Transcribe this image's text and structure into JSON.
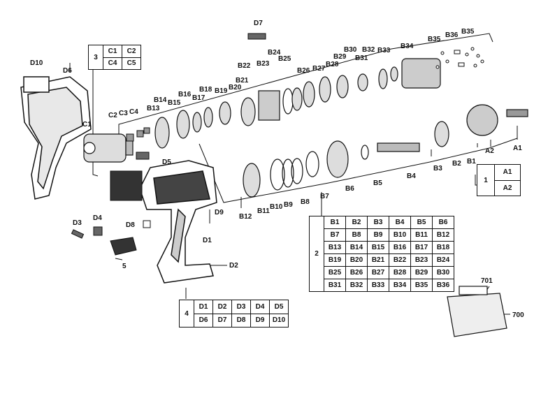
{
  "diagram": {
    "callouts": {
      "D7": "D7",
      "D10": "D10",
      "D6": "D6",
      "C1": "C1",
      "C2": "C2",
      "C3": "C3",
      "C4": "C4",
      "D5": "D5",
      "D9": "D9",
      "D8": "D8",
      "D4": "D4",
      "D3": "D3",
      "D1": "D1",
      "D2": "D2",
      "n5": "5",
      "B13": "B13",
      "B14": "B14",
      "B15": "B15",
      "B16": "B16",
      "B17": "B17",
      "B18": "B18",
      "B19": "B19",
      "B20": "B20",
      "B21": "B21",
      "B22": "B22",
      "B23": "B23",
      "B24": "B24",
      "B25": "B25",
      "B26": "B26",
      "B27": "B27",
      "B28": "B28",
      "B29": "B29",
      "B30": "B30",
      "B31": "B31",
      "B32": "B32",
      "B33": "B33",
      "B34": "B34",
      "B35a": "B35",
      "B35b": "B35",
      "B36": "B36",
      "B12": "B12",
      "B11": "B11",
      "B10": "B10",
      "B9": "B9",
      "B8": "B8",
      "B7": "B7",
      "B6": "B6",
      "B5": "B5",
      "B4": "B4",
      "B3": "B3",
      "B2": "B2",
      "B1": "B1",
      "A1": "A1",
      "A2": "A2",
      "n701": "701",
      "n700": "700"
    },
    "table_a": {
      "group": "1",
      "rows": [
        [
          "A1"
        ],
        [
          "A2"
        ]
      ]
    },
    "table_b": {
      "group": "2",
      "rows": [
        [
          "B1",
          "B2",
          "B3",
          "B4",
          "B5",
          "B6"
        ],
        [
          "B7",
          "B8",
          "B9",
          "B10",
          "B11",
          "B12"
        ],
        [
          "B13",
          "B14",
          "B15",
          "B16",
          "B17",
          "B18"
        ],
        [
          "B19",
          "B20",
          "B21",
          "B22",
          "B23",
          "B24"
        ],
        [
          "B25",
          "B26",
          "B27",
          "B28",
          "B29",
          "B30"
        ],
        [
          "B31",
          "B32",
          "B33",
          "B34",
          "B35",
          "B36"
        ]
      ]
    },
    "table_c": {
      "group": "3",
      "rows": [
        [
          "C1",
          "C2"
        ],
        [
          "C4",
          "C5"
        ]
      ]
    },
    "table_d": {
      "group": "4",
      "rows": [
        [
          "D1",
          "D2",
          "D3",
          "D4",
          "D5"
        ],
        [
          "D6",
          "D7",
          "D8",
          "D9",
          "D10"
        ]
      ]
    }
  }
}
